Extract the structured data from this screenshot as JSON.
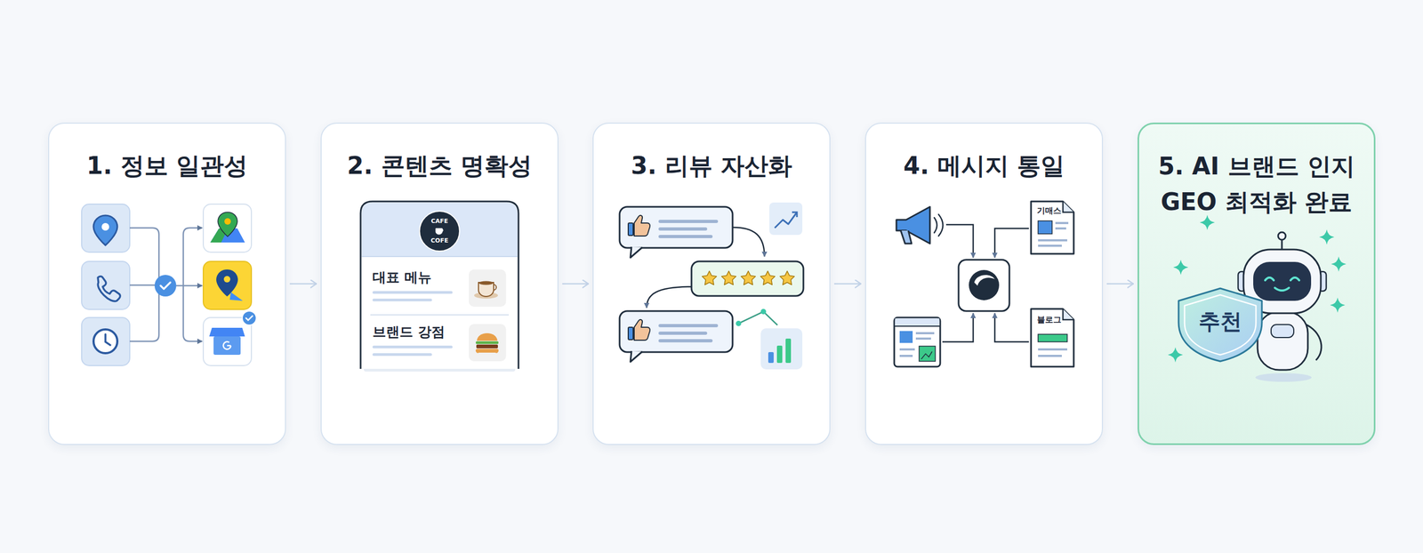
{
  "diagram": {
    "nodes": [
      {
        "text": [
          "1. 정보 일관성"
        ]
      },
      {
        "text": [
          "2. 콘텐츠 명확성"
        ]
      },
      {
        "text": [
          "3. 리뷰 자산화"
        ]
      },
      {
        "text": [
          "4. 메시지 통일"
        ]
      },
      {
        "text": [
          "5. AI 브랜드 인지 GEO 최적화 완료"
        ]
      }
    ],
    "edges": [
      {
        "from": 0,
        "to": 1,
        "arrow": "to"
      },
      {
        "from": 1,
        "to": 2,
        "arrow": "to"
      },
      {
        "from": 2,
        "to": 3,
        "arrow": "to"
      },
      {
        "from": 3,
        "to": 4,
        "arrow": "to"
      }
    ],
    "labels": [
      "CAFE",
      "COFE",
      "대표 메뉴",
      "브랜드 강점",
      "기매스",
      "블로그",
      "추천"
    ]
  }
}
